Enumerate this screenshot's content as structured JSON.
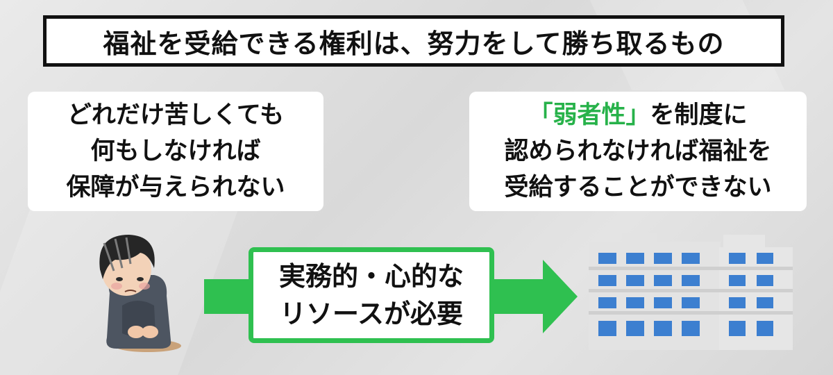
{
  "title": "福祉を受給できる権利は、努力をして勝ち取るもの",
  "left_note": {
    "lines": [
      "どれだけ苦しくても",
      "何もしなければ",
      "保障が与えられない"
    ]
  },
  "right_note": {
    "line1_accent": "「弱者性」",
    "line1_rest": "を制度に",
    "line2": "認められなければ福祉を",
    "line3": "受給することができない"
  },
  "center_box": {
    "lines": [
      "実務的・心的な",
      "リソースが必要"
    ]
  },
  "colors": {
    "accent_green": "#2fc050",
    "accent_text_green": "#27b24a",
    "building_window_blue": "#3c7fd0"
  },
  "icons": {
    "person": "sad-sitting-person-illustration",
    "building": "government-office-building-illustration"
  }
}
